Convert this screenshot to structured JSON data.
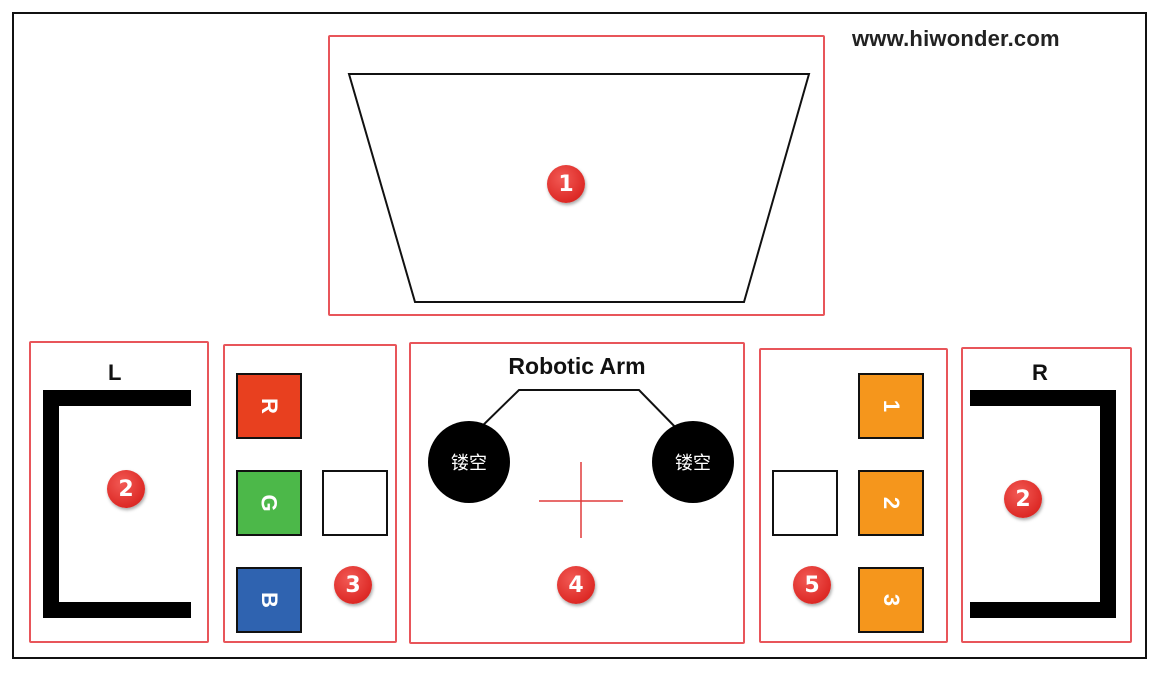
{
  "header": {
    "site": "www.hiwonder.com"
  },
  "zones": {
    "zone1": {
      "badge": "1"
    },
    "left": {
      "label": "L",
      "badge": "2"
    },
    "colors": {
      "badge": "3",
      "squares": [
        {
          "label": "R",
          "color": "#e8401f"
        },
        {
          "label": "G",
          "color": "#4cb849"
        },
        {
          "label": "B",
          "color": "#2f63b0"
        }
      ]
    },
    "arm": {
      "title": "Robotic Arm",
      "hole_left": "镂空",
      "hole_right": "镂空",
      "badge": "4"
    },
    "numbers": {
      "badge": "5",
      "squares": [
        {
          "label": "1",
          "color": "#f5961c"
        },
        {
          "label": "2",
          "color": "#f5961c"
        },
        {
          "label": "3",
          "color": "#f5961c"
        }
      ]
    },
    "right": {
      "label": "R",
      "badge": "2"
    }
  }
}
